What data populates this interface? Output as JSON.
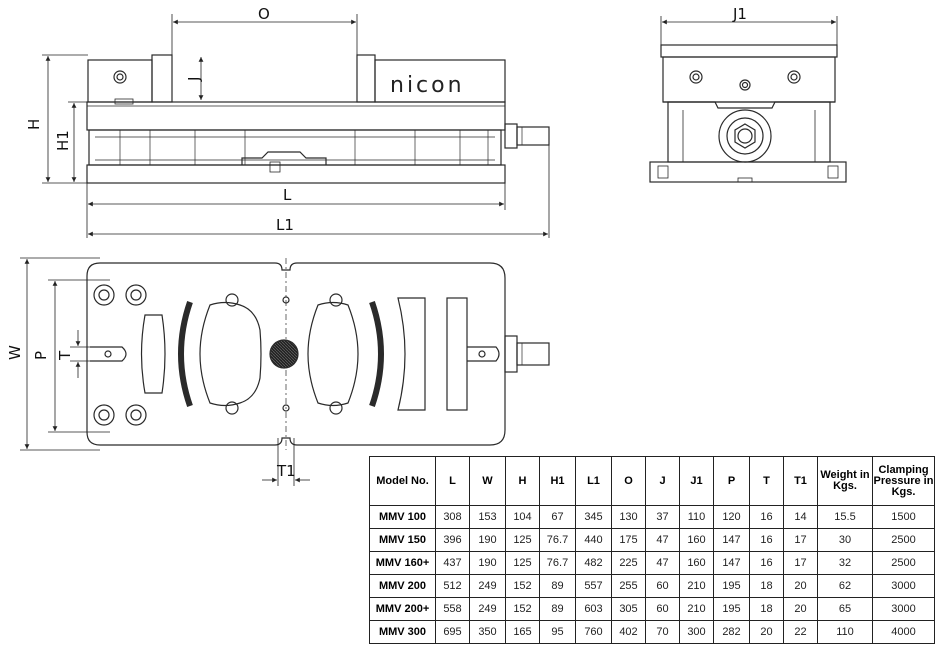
{
  "brand_text": "nicon",
  "dimension_labels": {
    "O": "O",
    "J": "J",
    "J1": "J1",
    "H": "H",
    "H1": "H1",
    "L": "L",
    "L1": "L1",
    "W": "W",
    "P": "P",
    "T": "T",
    "T1": "T1"
  },
  "table": {
    "headers": [
      "Model No.",
      "L",
      "W",
      "H",
      "H1",
      "L1",
      "O",
      "J",
      "J1",
      "P",
      "T",
      "T1",
      "Weight in Kgs.",
      "Clamping Pressure in Kgs."
    ],
    "rows": [
      [
        "MMV 100",
        "308",
        "153",
        "104",
        "67",
        "345",
        "130",
        "37",
        "110",
        "120",
        "16",
        "14",
        "15.5",
        "1500"
      ],
      [
        "MMV 150",
        "396",
        "190",
        "125",
        "76.7",
        "440",
        "175",
        "47",
        "160",
        "147",
        "16",
        "17",
        "30",
        "2500"
      ],
      [
        "MMV 160+",
        "437",
        "190",
        "125",
        "76.7",
        "482",
        "225",
        "47",
        "160",
        "147",
        "16",
        "17",
        "32",
        "2500"
      ],
      [
        "MMV 200",
        "512",
        "249",
        "152",
        "89",
        "557",
        "255",
        "60",
        "210",
        "195",
        "18",
        "20",
        "62",
        "3000"
      ],
      [
        "MMV 200+",
        "558",
        "249",
        "152",
        "89",
        "603",
        "305",
        "60",
        "210",
        "195",
        "18",
        "20",
        "65",
        "3000"
      ],
      [
        "MMV 300",
        "695",
        "350",
        "165",
        "95",
        "760",
        "402",
        "70",
        "300",
        "282",
        "20",
        "22",
        "110",
        "4000"
      ]
    ]
  },
  "colors": {
    "line": "#2a2a2a",
    "fill": "#ffffff"
  }
}
